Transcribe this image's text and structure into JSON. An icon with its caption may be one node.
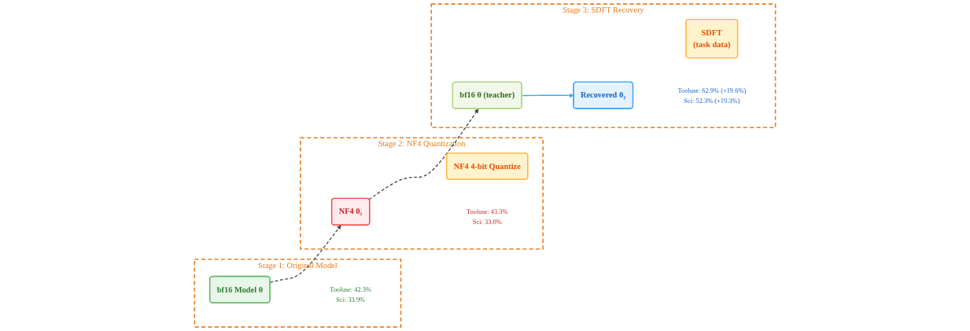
{
  "diagram": {
    "nodes": [
      {
        "text": [
          "Stage 1: Original Model"
        ]
      },
      {
        "text": [
          "bf16 Model θ"
        ],
        "in": 0,
        "beside": [
          "Tooluse: 42.3%",
          "Sci: 33.9%"
        ]
      },
      {
        "text": [
          "Stage 2: NF4 Quantization"
        ]
      },
      {
        "text": [
          "NF4 4-bit Quantize"
        ],
        "in": 2
      },
      {
        "text": [
          "NF4 θ₁"
        ],
        "in": 2,
        "beside": [
          "Tooluse: 43.3%",
          "Sci: 33.0%"
        ]
      },
      {
        "text": [
          "Stage 3: SDFT Recovery"
        ]
      },
      {
        "text": [
          "bf16 θ (teacher)"
        ],
        "in": 5
      },
      {
        "text": [
          "SDFT",
          "(task data)"
        ],
        "in": 5
      },
      {
        "text": [
          "Recovered θ₂"
        ],
        "in": 5,
        "beside": [
          "Tooluse: 62.9% (+19.6%)",
          "Sci: 52.3% (+19.3%)"
        ]
      }
    ],
    "edges": [
      {
        "from": 1,
        "to": 4,
        "arrow": "to",
        "style": "dashed"
      },
      {
        "from": 4,
        "to": 6,
        "arrow": "to",
        "style": "dashed"
      },
      {
        "from": 6,
        "to": 8,
        "arrow": "to",
        "color": "#42a5f5"
      }
    ]
  }
}
